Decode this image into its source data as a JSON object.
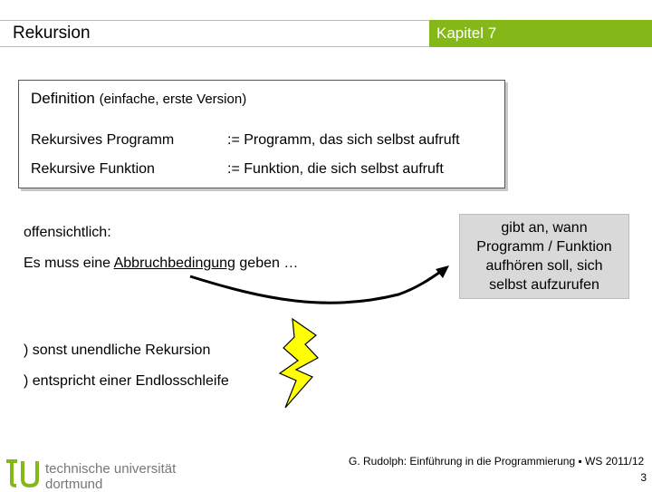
{
  "header": {
    "title": "Rekursion",
    "chapter": "Kapitel 7"
  },
  "colors": {
    "accent": "#84b819",
    "bolt": "#ffff00",
    "graybox": "#d9d9d9"
  },
  "definition": {
    "title": "Definition",
    "subtitle": "(einfache, erste Version)",
    "rows": [
      {
        "term": "Rekursives Programm",
        "desc": ":= Programm, das sich selbst aufruft"
      },
      {
        "term": "Rekursive Funktion",
        "desc": ":= Funktion, die sich selbst aufruft"
      }
    ]
  },
  "obvious": "offensichtlich:",
  "must": {
    "before": "Es muss eine ",
    "underlined": "Abbruchbedingung",
    "after": " geben …"
  },
  "callout": "gibt an, wann Programm / Funktion aufhören soll, sich selbst aufzurufen",
  "notes": [
    ") sonst unendliche Rekursion",
    ") entspricht einer Endlosschleife"
  ],
  "footer": {
    "university_line1": "technische universität",
    "university_line2": "dortmund",
    "course": "G. Rudolph: Einführung in die Programmierung ▪ WS 2011/12",
    "page": "3"
  }
}
